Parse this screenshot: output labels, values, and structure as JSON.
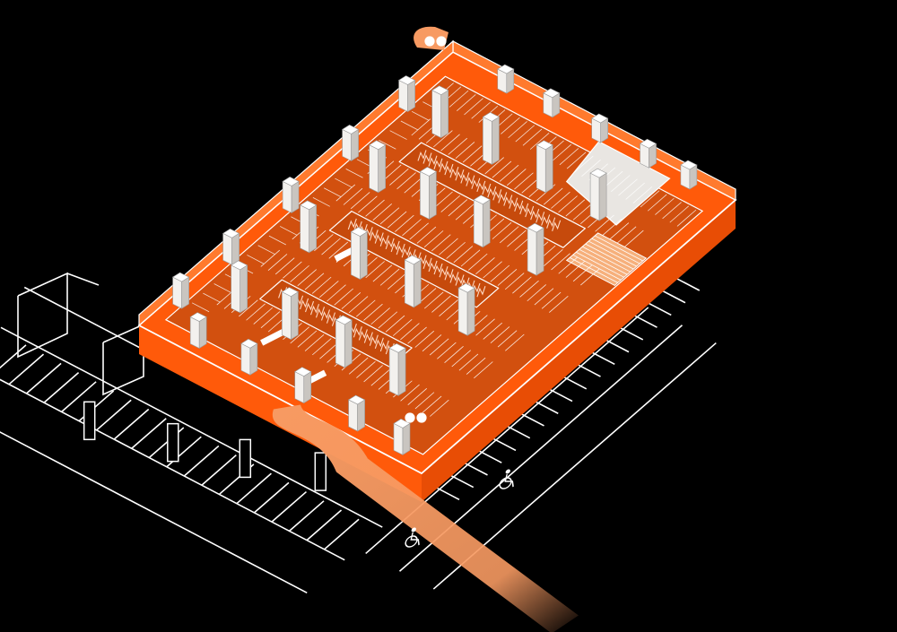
{
  "colors": {
    "background": "#000000",
    "floor": "#d2500f",
    "border": "#ff5a0a",
    "wall_top": "#ff7a2e",
    "path": "#f79a62",
    "line": "#ffffff",
    "column_front": "#f3f1ee",
    "column_side": "#c9c5c0",
    "bike": "#ffd9c2"
  },
  "icons": [
    "wheelchair-icon",
    "wheelchair-icon",
    "bicycle-icon",
    "bicycle-icon"
  ],
  "diagram": {
    "columns_per_wall": [
      0.18,
      0.36,
      0.55,
      0.74,
      0.9
    ],
    "inner_columns": 16,
    "bike_rows": 3,
    "parking_lines_per_side": 30
  }
}
